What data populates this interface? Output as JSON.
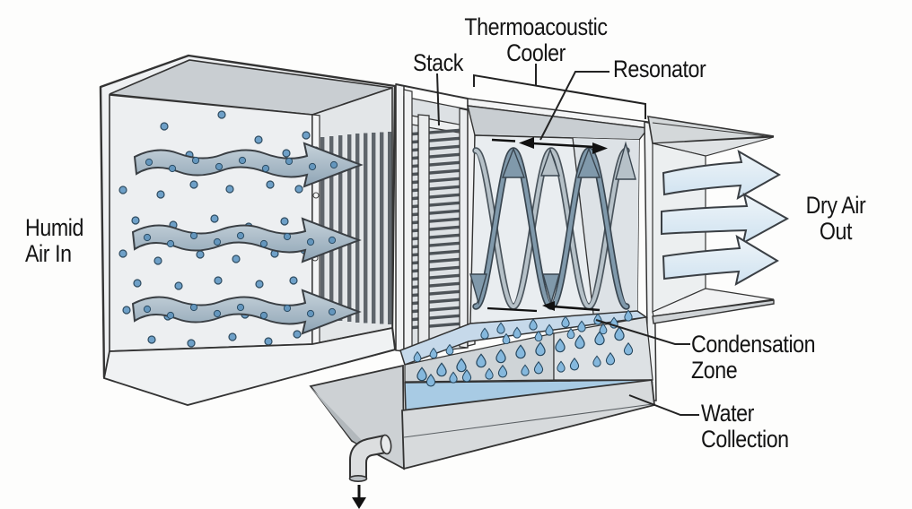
{
  "labels": {
    "humid_air_in": {
      "line1": "Humid",
      "line2": "Air In"
    },
    "stack": "Stack",
    "thermoacoustic_cooler": {
      "line1": "Thermoacoustic",
      "line2": "Cooler"
    },
    "resonator": "Resonator",
    "dry_air_out": {
      "line1": "Dry Air",
      "line2": "Out"
    },
    "condensation_zone": {
      "line1": "Condensation",
      "line2": "Zone"
    },
    "water_collection": {
      "line1": "Water",
      "line2": "Collection"
    }
  },
  "colors": {
    "outline": "#333333",
    "panel_light": "#eef0f2",
    "panel_top_gray": "#c9ced2",
    "humid_arrow_steel": "#8ea4b5",
    "dry_arrow_pale_blue": "#dce9f2",
    "water_pool_blue": "#a8cbe4",
    "droplet_blue": "#85b8dd",
    "wave_dark": "#8099ab",
    "wave_light": "#b6c1c8"
  }
}
